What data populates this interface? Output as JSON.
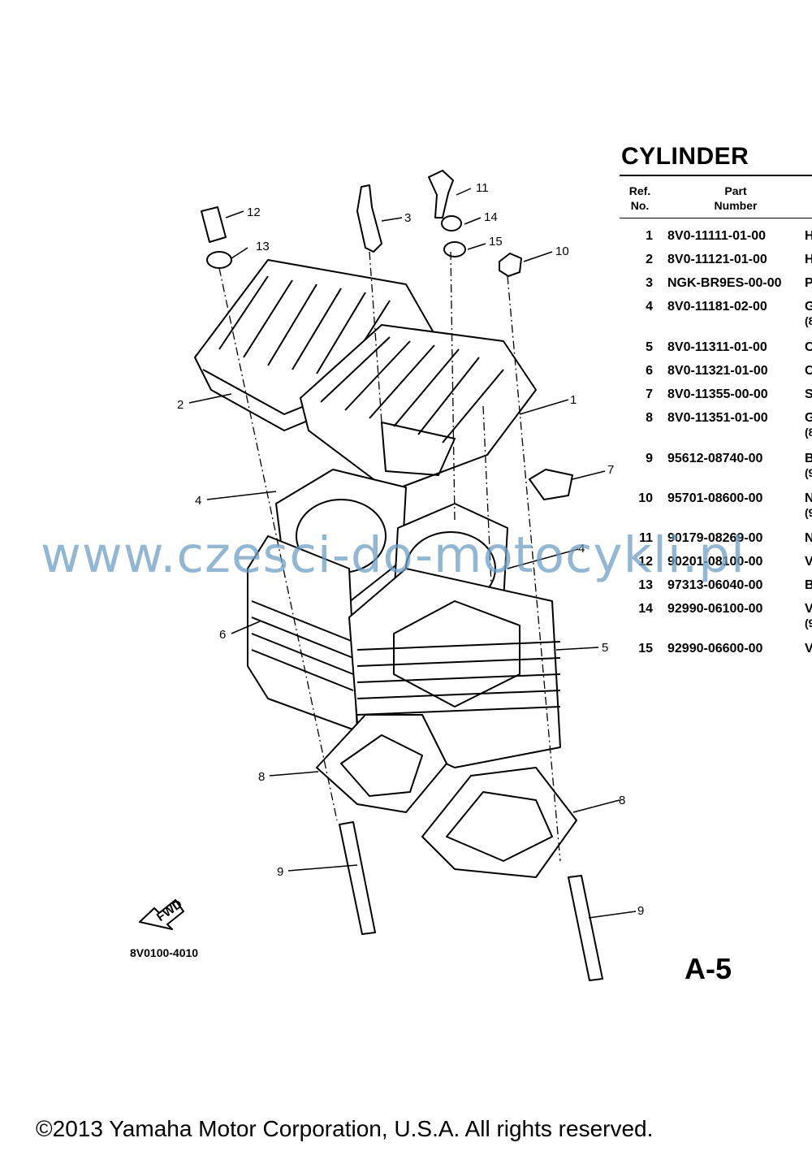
{
  "title": "CYLINDER",
  "table": {
    "header_ref": [
      "Ref.",
      "No."
    ],
    "header_part": [
      "Part",
      "Number"
    ],
    "rows": [
      {
        "ref": "1",
        "part": "8V0-11111-01-00",
        "desc": "H",
        "desc2": ""
      },
      {
        "ref": "2",
        "part": "8V0-11121-01-00",
        "desc": "H",
        "desc2": ""
      },
      {
        "ref": "3",
        "part": "NGK-BR9ES-00-00",
        "desc": "P",
        "desc2": ""
      },
      {
        "ref": "4",
        "part": "8V0-11181-02-00",
        "desc": "G",
        "desc2": "(8"
      },
      {
        "ref": "5",
        "part": "8V0-11311-01-00",
        "desc": "C",
        "desc2": ""
      },
      {
        "ref": "6",
        "part": "8V0-11321-01-00",
        "desc": "C",
        "desc2": ""
      },
      {
        "ref": "7",
        "part": "8V0-11355-00-00",
        "desc": "S",
        "desc2": ""
      },
      {
        "ref": "8",
        "part": "8V0-11351-01-00",
        "desc": "G",
        "desc2": "(8"
      },
      {
        "ref": "9",
        "part": "95612-08740-00",
        "desc": "B",
        "desc2": "(9"
      },
      {
        "ref": "10",
        "part": "95701-08600-00",
        "desc": "N",
        "desc2": "(9"
      },
      {
        "ref": "11",
        "part": "90179-08269-00",
        "desc": "N",
        "desc2": ""
      },
      {
        "ref": "12",
        "part": "90201-08100-00",
        "desc": "V",
        "desc2": ""
      },
      {
        "ref": "13",
        "part": "97313-06040-00",
        "desc": "B",
        "desc2": ""
      },
      {
        "ref": "14",
        "part": "92990-06100-00",
        "desc": "V",
        "desc2": "(9"
      },
      {
        "ref": "15",
        "part": "92990-06600-00",
        "desc": "V",
        "desc2": ""
      }
    ]
  },
  "callouts": [
    "1",
    "2",
    "3",
    "4",
    "4",
    "5",
    "6",
    "7",
    "8",
    "8",
    "9",
    "9",
    "10",
    "11",
    "12",
    "13",
    "14",
    "15"
  ],
  "fwd_label": "FWD",
  "diagram_code": "8V0100-4010",
  "page_number": "A-5",
  "watermark": "www.czesci-do-motocykli.pl",
  "copyright": "©2013 Yamaha Motor Corporation, U.S.A. All rights reserved.",
  "colors": {
    "ink": "#000000",
    "watermark": "#6f9fc4",
    "background": "#ffffff"
  }
}
